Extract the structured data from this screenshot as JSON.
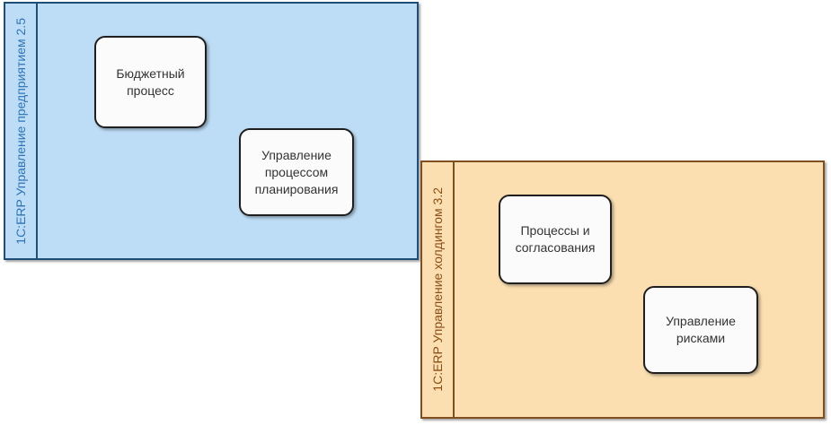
{
  "diagram": {
    "background": "#ffffff",
    "containers": [
      {
        "label": "1C:ERP Управление предприятием 2.5",
        "fill": "#bdddf6",
        "border_color": "#1f4e79",
        "label_color": "#2e74b5",
        "nodes": [
          {
            "label": "Бюджетный процесс"
          },
          {
            "label": "Управление процессом планирования"
          }
        ]
      },
      {
        "label": "1C:ERP Управление холдингом 3.2",
        "fill": "#fbdfb1",
        "border_color": "#7f4f20",
        "label_color": "#8a4e16",
        "nodes": [
          {
            "label": "Процессы и согласования"
          },
          {
            "label": "Управление рисками"
          }
        ]
      }
    ],
    "node_style": {
      "fill": "#fbfbfb",
      "border_color": "#1f1f1f",
      "text_color": "#333333"
    }
  }
}
